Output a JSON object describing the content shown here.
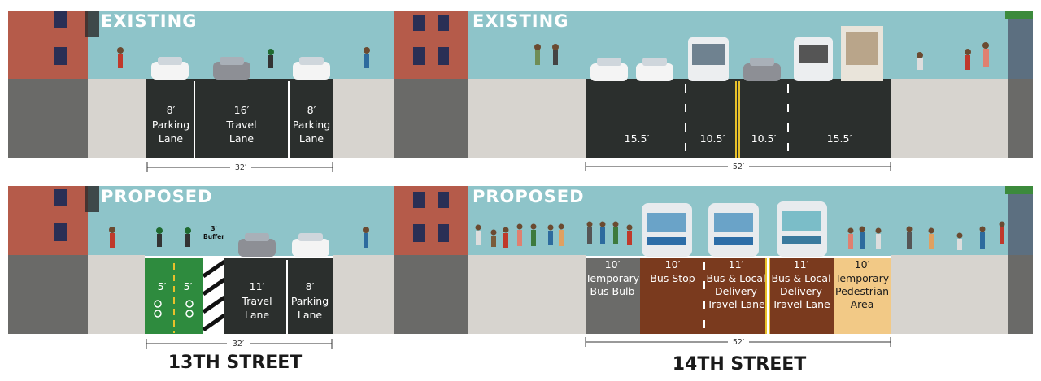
{
  "panels": {
    "existing_label": "EXISTING",
    "proposed_label": "PROPOSED"
  },
  "streets": {
    "s13": "13TH STREET",
    "s14": "14TH STREET"
  },
  "s13_existing": {
    "lane1": {
      "width": "8′",
      "name1": "Parking",
      "name2": "Lane"
    },
    "lane2": {
      "width": "16′",
      "name1": "Travel",
      "name2": "Lane"
    },
    "lane3": {
      "width": "8′",
      "name1": "Parking",
      "name2": "Lane"
    },
    "total": "32′"
  },
  "s13_proposed": {
    "bike1": "5′",
    "bike2": "5′",
    "buffer_width": "3′",
    "buffer_name": "Buffer",
    "lane_travel": {
      "width": "11′",
      "name1": "Travel",
      "name2": "Lane"
    },
    "lane_parking": {
      "width": "8′",
      "name1": "Parking",
      "name2": "Lane"
    },
    "total": "32′"
  },
  "s14_existing": {
    "w1": "15.5′",
    "w2": "10.5′",
    "w3": "10.5′",
    "w4": "15.5′",
    "total": "52′"
  },
  "s14_proposed": {
    "l1": {
      "width": "10′",
      "name1": "Temporary",
      "name2": "Bus Bulb",
      "name3": ""
    },
    "l2": {
      "width": "10′",
      "name1": "Bus Stop",
      "name2": "",
      "name3": ""
    },
    "l3": {
      "width": "11′",
      "name1": "Bus & Local",
      "name2": "Delivery",
      "name3": "Travel Lane"
    },
    "l4": {
      "width": "11′",
      "name1": "Bus & Local",
      "name2": "Delivery",
      "name3": "Travel Lane"
    },
    "l5": {
      "width": "10′",
      "name1": "Temporary",
      "name2": "Pedestrian",
      "name3": "Area"
    },
    "total": "52′"
  },
  "colors": {
    "sky": "#8ec4c9",
    "road": "#2b2f2d",
    "sidewalk": "#d7d4cf",
    "curb_dark": "#6a6a68",
    "bike_green": "#2e8b3e",
    "bus_lane_red": "#7a3a1e",
    "ped_yellow": "#f2c986",
    "brick": "#b55b4a"
  }
}
